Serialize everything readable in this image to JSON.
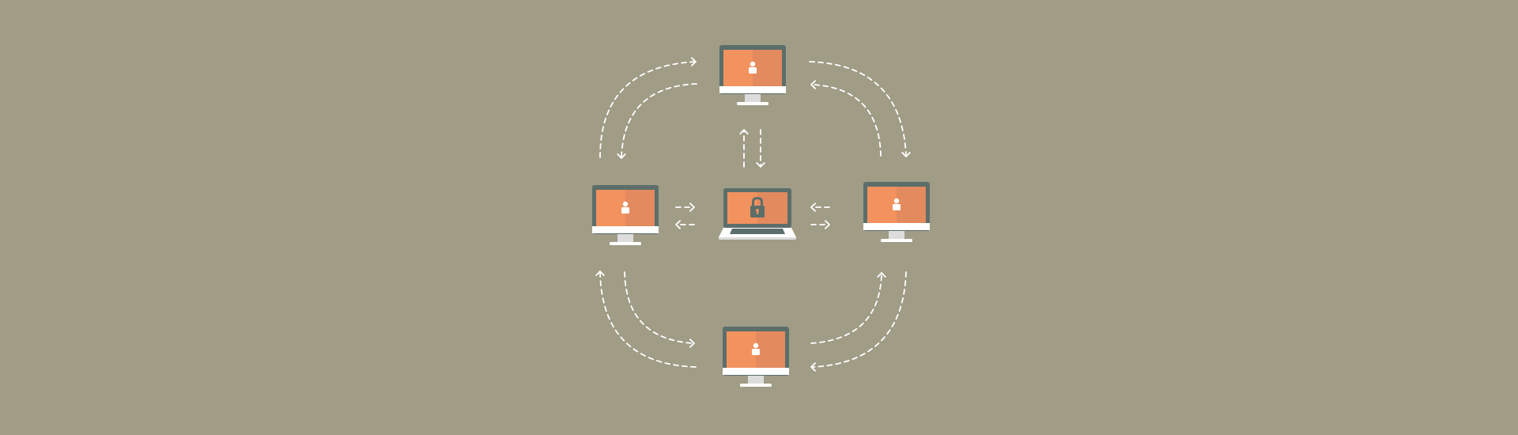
{
  "colors": {
    "background": "#A09C86",
    "arrow": "#FFFFFF",
    "bezel": "#5C6E6A",
    "screen_left": "#F2925E",
    "screen_right": "#E38A5E",
    "stand": "#FFFFFF",
    "stand_shadow": "#DDDDDD",
    "user_icon": "#FFFFFF",
    "lock": "#5C6E6A"
  },
  "nodes": [
    {
      "id": "top",
      "kind": "desktop",
      "icon": "user-icon"
    },
    {
      "id": "left",
      "kind": "desktop",
      "icon": "user-icon"
    },
    {
      "id": "right",
      "kind": "desktop",
      "icon": "user-icon"
    },
    {
      "id": "bottom",
      "kind": "desktop",
      "icon": "user-icon"
    },
    {
      "id": "center",
      "kind": "laptop",
      "icon": "lock-icon"
    }
  ]
}
